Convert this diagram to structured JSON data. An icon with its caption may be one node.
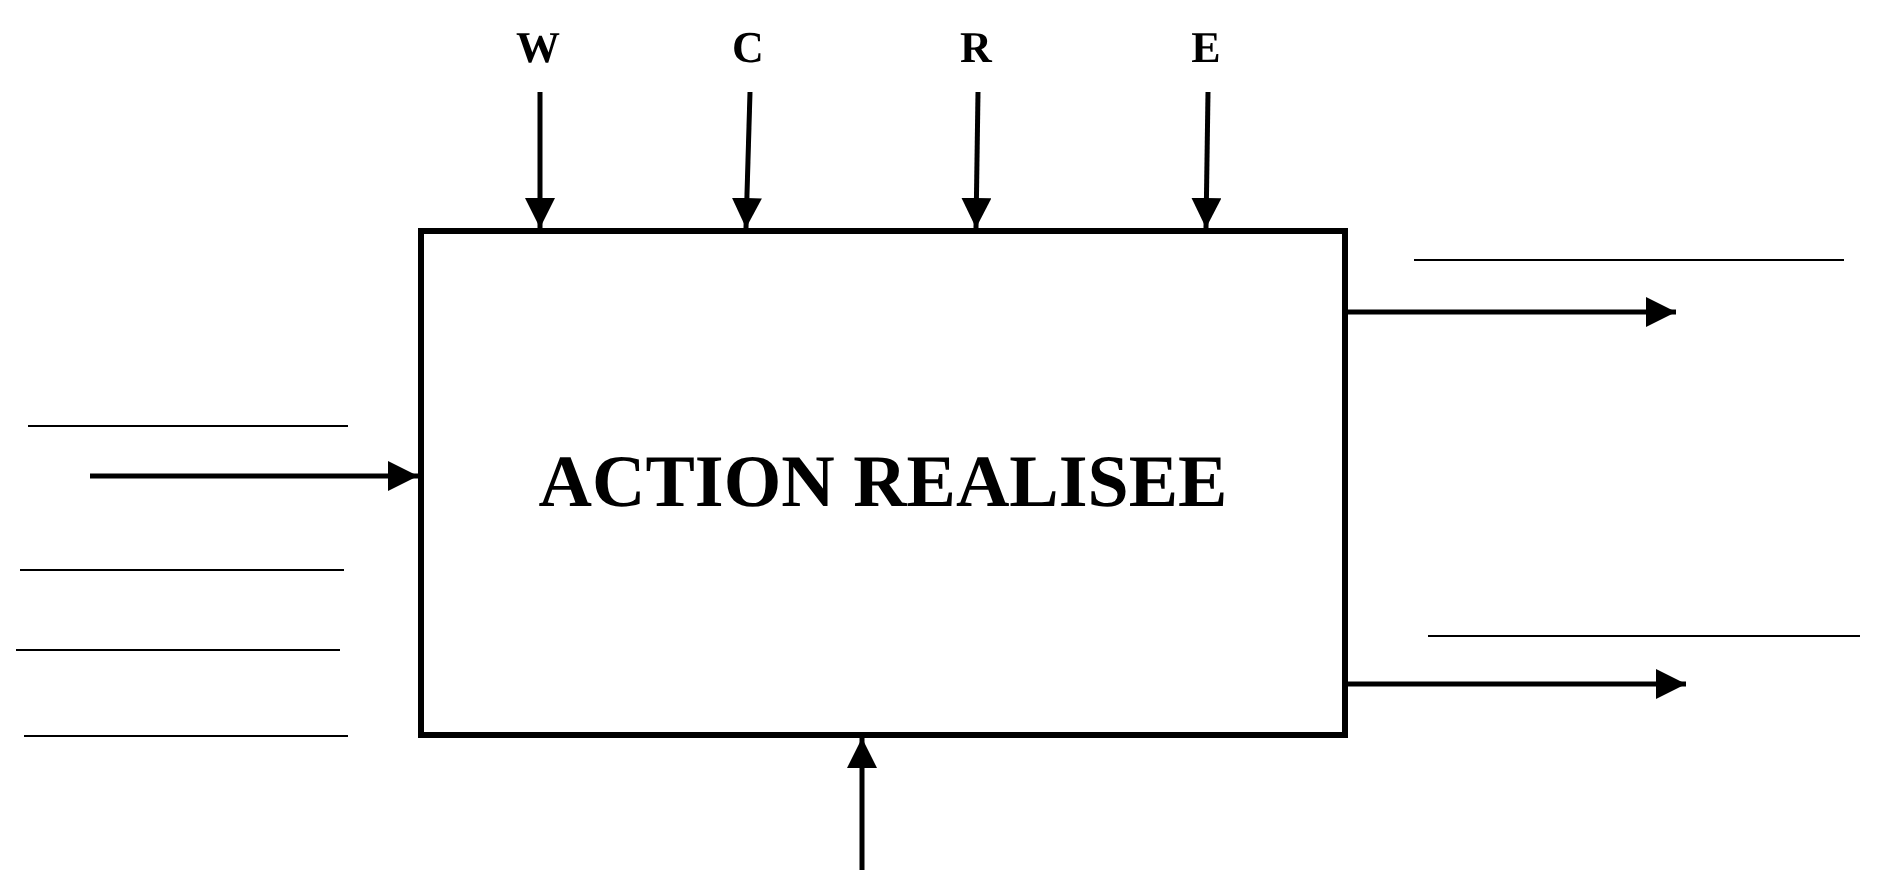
{
  "diagram": {
    "nodes": [
      {
        "text": [
          "W"
        ]
      },
      {
        "text": [
          "C"
        ]
      },
      {
        "text": [
          "R"
        ]
      },
      {
        "text": [
          "E"
        ]
      },
      {
        "text": [
          "ACTION REALISEE"
        ]
      }
    ],
    "edges": [
      {
        "from": 0,
        "to": 4,
        "arrow": "to"
      },
      {
        "from": 1,
        "to": 4,
        "arrow": "to"
      },
      {
        "from": 2,
        "to": 4,
        "arrow": "to"
      },
      {
        "from": 3,
        "to": 4,
        "arrow": "to"
      },
      {
        "from": null,
        "to": 4,
        "arrow": "to"
      },
      {
        "from": 4,
        "to": null,
        "arrow": "to"
      },
      {
        "from": 4,
        "to": null,
        "arrow": "to"
      },
      {
        "from": null,
        "to": 4,
        "arrow": "to"
      }
    ]
  }
}
